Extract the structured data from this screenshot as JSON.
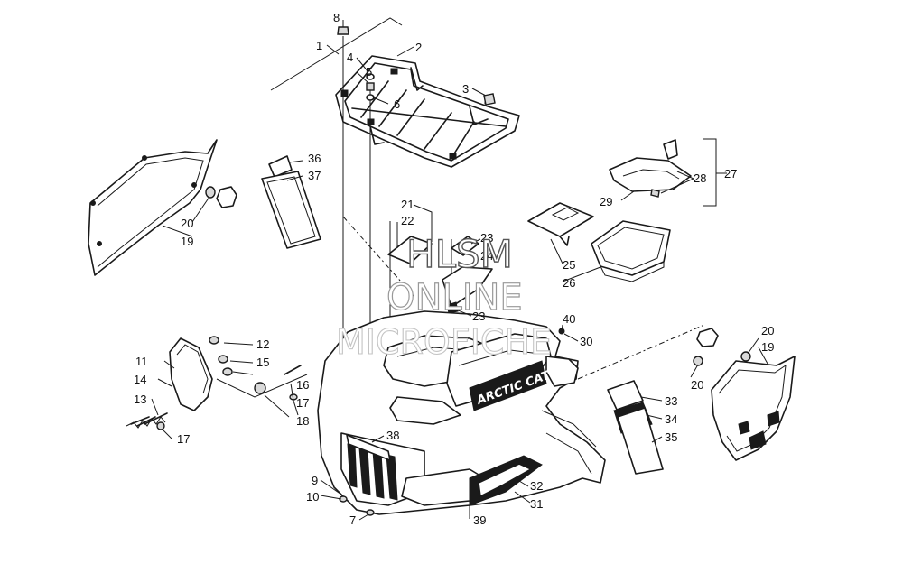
{
  "callouts": [
    {
      "id": "c1",
      "text": "1"
    },
    {
      "id": "c2",
      "text": "2"
    },
    {
      "id": "c3",
      "text": "3"
    },
    {
      "id": "c4",
      "text": "4"
    },
    {
      "id": "c5",
      "text": "5"
    },
    {
      "id": "c6",
      "text": "6"
    },
    {
      "id": "c7",
      "text": "7"
    },
    {
      "id": "c8",
      "text": "8"
    },
    {
      "id": "c9",
      "text": "9"
    },
    {
      "id": "c10",
      "text": "10"
    },
    {
      "id": "c11",
      "text": "11"
    },
    {
      "id": "c12",
      "text": "12"
    },
    {
      "id": "c13",
      "text": "13"
    },
    {
      "id": "c14",
      "text": "14"
    },
    {
      "id": "c15",
      "text": "15"
    },
    {
      "id": "c16",
      "text": "16"
    },
    {
      "id": "c17a",
      "text": "17"
    },
    {
      "id": "c17b",
      "text": "17"
    },
    {
      "id": "c18",
      "text": "18"
    },
    {
      "id": "c19a",
      "text": "19"
    },
    {
      "id": "c19b",
      "text": "19"
    },
    {
      "id": "c20a",
      "text": "20"
    },
    {
      "id": "c20b",
      "text": "20"
    },
    {
      "id": "c20c",
      "text": "20"
    },
    {
      "id": "c21",
      "text": "21"
    },
    {
      "id": "c22",
      "text": "22"
    },
    {
      "id": "c23a",
      "text": "23"
    },
    {
      "id": "c23b",
      "text": "23"
    },
    {
      "id": "c24",
      "text": "24"
    },
    {
      "id": "c25",
      "text": "25"
    },
    {
      "id": "c26",
      "text": "26"
    },
    {
      "id": "c27",
      "text": "27"
    },
    {
      "id": "c28",
      "text": "28"
    },
    {
      "id": "c29",
      "text": "29"
    },
    {
      "id": "c30",
      "text": "30"
    },
    {
      "id": "c31",
      "text": "31"
    },
    {
      "id": "c32",
      "text": "32"
    },
    {
      "id": "c33",
      "text": "33"
    },
    {
      "id": "c34",
      "text": "34"
    },
    {
      "id": "c35",
      "text": "35"
    },
    {
      "id": "c36",
      "text": "36"
    },
    {
      "id": "c37",
      "text": "37"
    },
    {
      "id": "c38",
      "text": "38"
    },
    {
      "id": "c39",
      "text": "39"
    },
    {
      "id": "c40",
      "text": "40"
    }
  ],
  "watermark": {
    "line1": "HLSM",
    "line2": "ONLINE",
    "line3": "MICROFICHE"
  },
  "decal": {
    "brand": "ARCTIC CAT"
  },
  "colors": {
    "ink": "#1a1a1a",
    "background": "#ffffff"
  }
}
